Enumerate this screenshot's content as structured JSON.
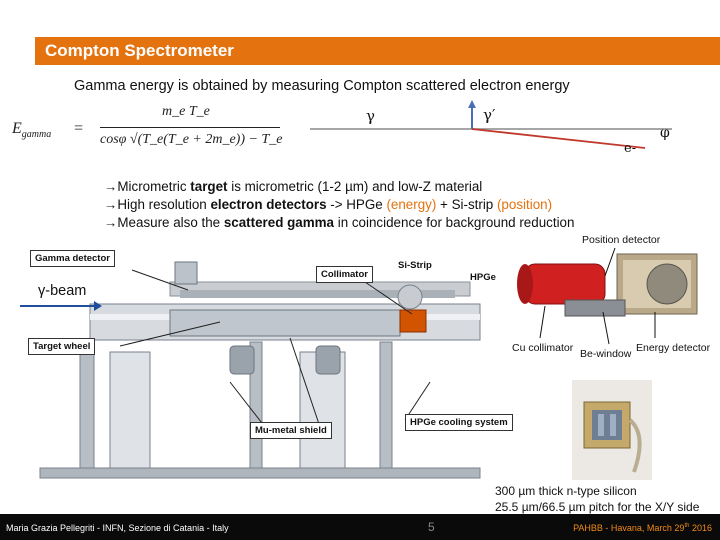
{
  "header": {
    "title": "Compton Spectrometer"
  },
  "intro": "Gamma energy is obtained by measuring Compton scattered electron energy",
  "formula": {
    "lhs": "E",
    "lhs_sub": "gamma",
    "numerator": "m_e T_e",
    "denominator": "cosφ √(T_e(T_e + 2m_e)) − T_e"
  },
  "diagram": {
    "gamma": "γ",
    "gamma_prime": "γ′",
    "electron": "e-",
    "phi": "φ"
  },
  "bullets": [
    {
      "prefix": "→Micrometric ",
      "bold": "target",
      "suffix": " is micrometric (1-2 µm) and low-Z material"
    },
    {
      "prefix": "→High resolution ",
      "bold": "electron detectors",
      "mid": " -> HPGe ",
      "orange1": "(energy)",
      "mid2": " + Si-strip ",
      "orange2": "(position)"
    },
    {
      "prefix": "→Measure also the ",
      "bold": "scattered gamma",
      "suffix": " in coincidence for background reduction"
    }
  ],
  "figure_labels": {
    "gamma_detector": "Gamma detector",
    "collimator": "Collimator",
    "si_strip": "Si-Strip",
    "hpge": "HPGe",
    "target_wheel": "Target wheel",
    "mu_metal": "Mu-metal shield",
    "hpge_cooling": "HPGe cooling system",
    "gamma_beam": "γ-beam"
  },
  "right_labels": {
    "position_detector": "Position detector",
    "cu_collimator": "Cu collimator",
    "be_window": "Be-window",
    "energy_detector": "Energy  detector"
  },
  "caption": {
    "line1": "300 µm thick n-type silicon",
    "line2": "25.5 µm/66.5 µm pitch for the X/Y side"
  },
  "footer": {
    "author": "Maria Grazia Pellegriti - INFN, Sezione di Catania - Italy",
    "page": "5",
    "event": "PAHBB - Havana, March 29",
    "event_sup": "th",
    "event_year": " 2016"
  },
  "colors": {
    "accent": "#e4720e",
    "footer_bg": "#0a0a0a",
    "footer_event": "#f08a1a"
  }
}
